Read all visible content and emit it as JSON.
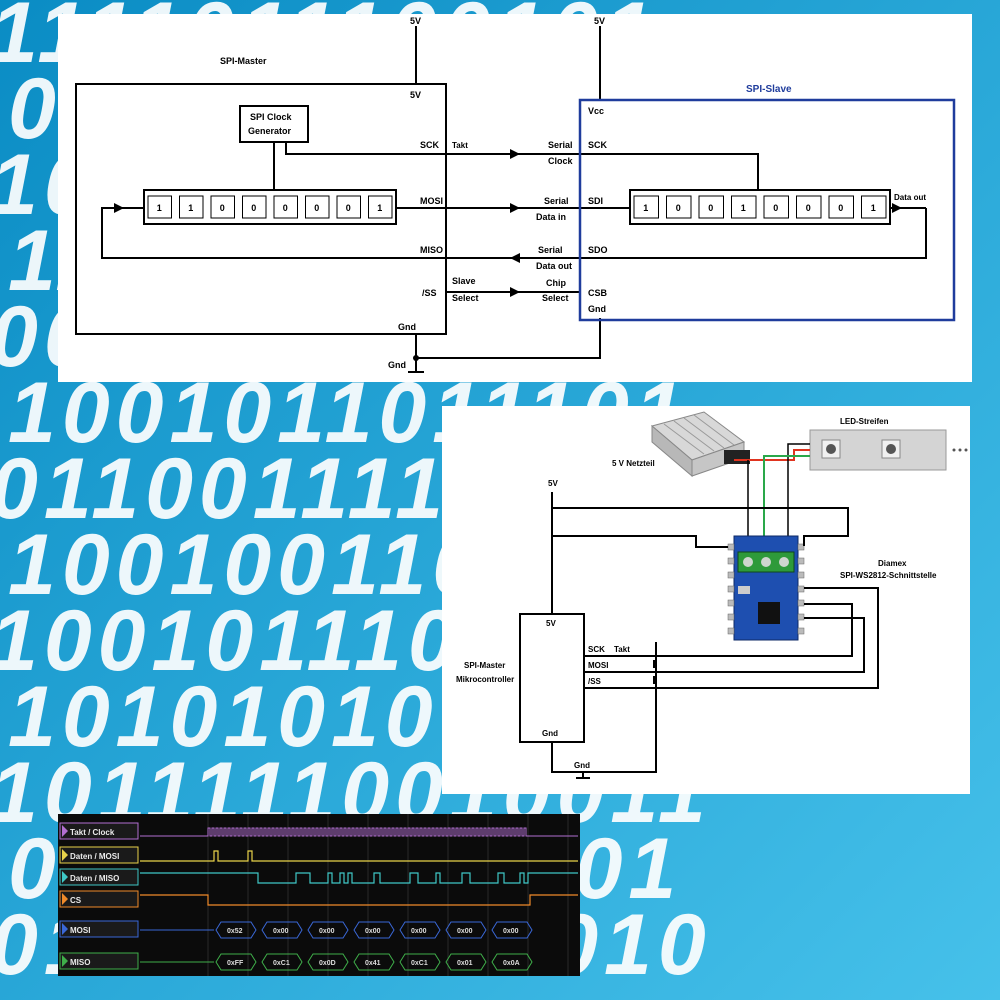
{
  "background": {
    "binary_rows": [
      "1111011100101",
      "0000110100100",
      "1001101010011",
      "11111001111001",
      "0010011011101",
      "1001011011101",
      "0110011110011",
      "10010011001010",
      "1001011101001",
      "10101010011101",
      "10111110010011",
      "0010111011101",
      "01101111011010"
    ],
    "colors": {
      "bg_dark": "#0a8cc4",
      "bg_light": "#46c1ea",
      "digit": "#ffffff"
    }
  },
  "schematic": {
    "master": {
      "title": "SPI-Master",
      "vcc": "5V",
      "gnd": "Gnd"
    },
    "slave": {
      "title": "SPI-Slave",
      "vcc": "Vcc",
      "gnd": "Gnd",
      "data_out": "Data out"
    },
    "supply_left": "5V",
    "supply_right": "5V",
    "clock_gen": [
      "SPI Clock",
      "Generator"
    ],
    "signals": {
      "sck": "SCK",
      "takt": "Takt",
      "mosi": "MOSI",
      "miso": "MISO",
      "ss": "/SS",
      "serial_clock": [
        "Serial",
        "Clock"
      ],
      "serial_data_in": [
        "Serial",
        "Data in"
      ],
      "serial_data_out": [
        "Serial",
        "Data out"
      ],
      "slave_select": [
        "Slave",
        "Select"
      ],
      "chip_select": [
        "Chip",
        "Select"
      ],
      "slave_sck": "SCK",
      "slave_sdi": "SDI",
      "slave_sdo": "SDO",
      "slave_csb": "CSB"
    },
    "ground_label": "Gnd",
    "master_register": [
      "1",
      "1",
      "0",
      "0",
      "0",
      "0",
      "0",
      "1"
    ],
    "slave_register": [
      "1",
      "0",
      "0",
      "1",
      "0",
      "0",
      "0",
      "1"
    ],
    "color_slave": "#1f3c9c"
  },
  "wiring": {
    "psu_label": "5 V Netzteil",
    "led_label": "LED-Streifen",
    "supply": "5V",
    "mcu": {
      "title": [
        "SPI-Master",
        "Mikrocontroller"
      ],
      "vcc": "5V",
      "gnd": "Gnd",
      "sck": "SCK",
      "takt": "Takt",
      "mosi": "MOSI",
      "ss": "/SS"
    },
    "ground": "Gnd",
    "board_title": [
      "Diamex",
      "SPI-WS2812-Schnittstelle"
    ],
    "wire_red": "#e0341f",
    "wire_green": "#2aa84a"
  },
  "analyzer": {
    "channels": [
      {
        "label": "Takt / Clock",
        "color": "#b16fd0"
      },
      {
        "label": "Daten / MOSI",
        "color": "#e8d24a"
      },
      {
        "label": "Daten / MISO",
        "color": "#3fc7c6"
      },
      {
        "label": "CS",
        "color": "#ef8a2a"
      },
      {
        "label": "MOSI",
        "color": "#3a67d6"
      },
      {
        "label": "MISO",
        "color": "#3fae4a"
      }
    ],
    "mosi_bytes": [
      "0x52",
      "0x00",
      "0x00",
      "0x00",
      "0x00",
      "0x00",
      "0x00"
    ],
    "miso_bytes": [
      "0xFF",
      "0xC1",
      "0x0D",
      "0x41",
      "0xC1",
      "0x01",
      "0x0A"
    ]
  }
}
